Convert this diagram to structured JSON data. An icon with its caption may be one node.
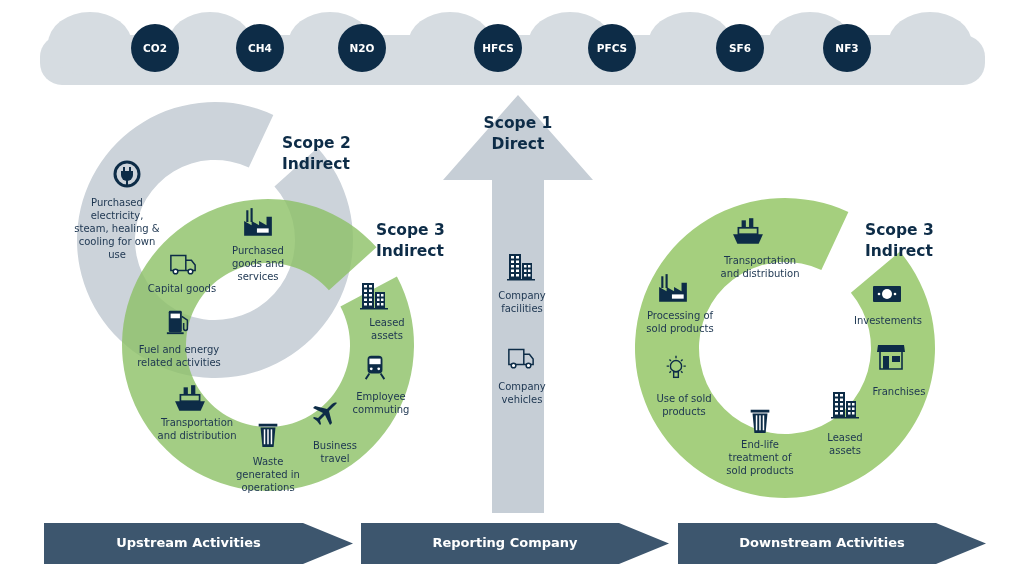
{
  "diagram": {
    "nodes": [
      {
        "text": [],
        "shape": "cloud"
      },
      {
        "text": [
          "CO2"
        ],
        "in": 0
      },
      {
        "text": [
          "CH4"
        ],
        "in": 0
      },
      {
        "text": [
          "N2O"
        ],
        "in": 0
      },
      {
        "text": [
          "HFCS"
        ],
        "in": 0
      },
      {
        "text": [
          "PFCS"
        ],
        "in": 0
      },
      {
        "text": [
          "SF6"
        ],
        "in": 0
      },
      {
        "text": [
          "NF3"
        ],
        "in": 0
      },
      {
        "text": [
          "Scope 2 Indirect"
        ]
      },
      {
        "text": [
          "Scope 3 Indirect"
        ]
      },
      {
        "text": [
          "Scope 1 Direct"
        ]
      },
      {
        "text": [
          "Scope 3 Indirect"
        ]
      },
      {
        "text": [
          "Upstream Activities"
        ]
      },
      {
        "text": [
          "Reporting Company"
        ]
      },
      {
        "text": [
          "Downstream Activities"
        ]
      }
    ],
    "labels": [
      "Purchased electricity, steam, healing & cooling for own use",
      "Purchased goods and services",
      "Capital goods",
      "Fuel and energy related activities",
      "Transportation and distribution",
      "Waste generated in operations",
      "Business travel",
      "Leased assets",
      "Employee commuting",
      "Company facilities",
      "Company vehicles",
      "Transportation and distribution",
      "Processing of sold products",
      "Investements",
      "Franchises",
      "Use of sold products",
      "End-life treatment of sold products",
      "Leased assets"
    ]
  }
}
